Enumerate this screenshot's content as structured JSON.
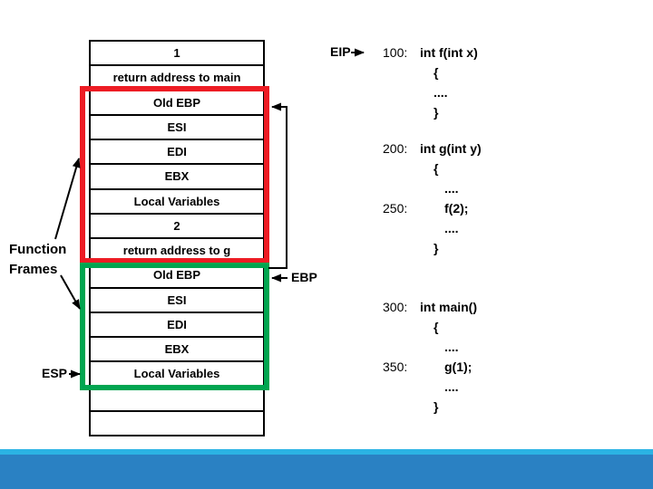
{
  "stack": {
    "rows": [
      "1",
      "return address to main",
      "Old EBP",
      "ESI",
      "EDI",
      "EBX",
      "Local Variables",
      "2",
      "return address to g",
      "Old EBP",
      "ESI",
      "EDI",
      "EBX",
      "Local Variables",
      "",
      ""
    ]
  },
  "labels": {
    "function_frames_line1": "Function",
    "function_frames_line2": "Frames",
    "eip": "EIP",
    "ebp": "EBP",
    "esp": "ESP"
  },
  "code_blocks": [
    {
      "lines": [
        {
          "num": "100:",
          "text": "int f(int x)"
        },
        {
          "num": "",
          "text": "{"
        },
        {
          "num": "",
          "text": "...."
        },
        {
          "num": "",
          "text": "}"
        }
      ]
    },
    {
      "lines": [
        {
          "num": "200:",
          "text": "int g(int y)"
        },
        {
          "num": "",
          "text": "{"
        },
        {
          "num": "",
          "text": "...."
        },
        {
          "num": "250:",
          "text": "f(2);"
        },
        {
          "num": "",
          "text": "...."
        },
        {
          "num": "",
          "text": "}"
        }
      ]
    },
    {
      "lines": [
        {
          "num": "300:",
          "text": "int main()"
        },
        {
          "num": "",
          "text": "{"
        },
        {
          "num": "",
          "text": "...."
        },
        {
          "num": "350:",
          "text": "g(1);"
        },
        {
          "num": "",
          "text": "...."
        },
        {
          "num": "",
          "text": "}"
        }
      ]
    }
  ],
  "colors": {
    "upper_frame_border": "#ED1C24",
    "lower_frame_border": "#00A550",
    "bottom_strip": "#2BB3E4",
    "bottom_bar": "#2A81C3"
  }
}
